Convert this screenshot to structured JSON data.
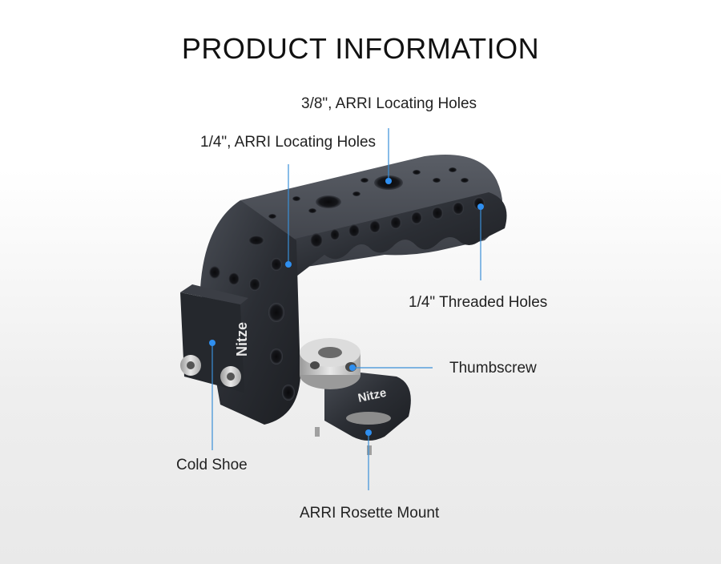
{
  "title": "PRODUCT INFORMATION",
  "brand": "Nitze",
  "callouts": {
    "arri_38": "3/8\", ARRI Locating Holes",
    "arri_14": "1/4\", ARRI Locating Holes",
    "threaded": "1/4\" Threaded Holes",
    "thumbscrew": "Thumbscrew",
    "cold_shoe": "Cold Shoe",
    "rosette": "ARRI Rosette Mount"
  },
  "colors": {
    "leader_line": "#3a8fd8",
    "marker": "#2f8ff0",
    "body_metal": "#2a2d33",
    "steel": "#c8c8c8"
  }
}
